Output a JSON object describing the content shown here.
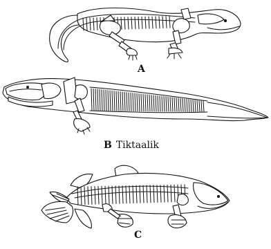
{
  "labels": {
    "a": "A",
    "b_letter": "B",
    "b_name": "Tiktaalik",
    "c": "C"
  },
  "colors": {
    "ink": "#111111",
    "background": "#ffffff"
  }
}
